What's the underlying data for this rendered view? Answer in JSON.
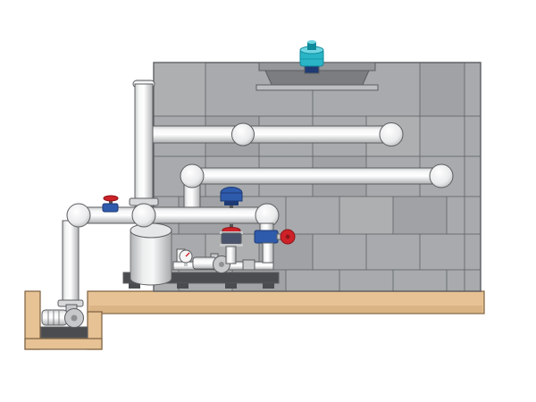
{
  "scene": {
    "label": "3D rendering of a modular cooling tower connected by white piping runs to a pump skid with control valves, a separator tank, and a sump-pit pump on a concrete pad",
    "components": [
      "cooling-tower-shell",
      "top-basin-opening",
      "fan-motor",
      "riser-pipe",
      "top-header-pipe",
      "middle-header-pipe",
      "bottom-header-pipe",
      "separator-tank",
      "pump-skid",
      "control-valve",
      "isolation-valve",
      "branch-valve",
      "pressure-gauge",
      "sump-pit",
      "sump-pump",
      "concrete-slab"
    ]
  },
  "colors": {
    "background": "#ffffff",
    "outline": "#5b5d60",
    "panel": "#a8aaad",
    "panel_dark": "#95979a",
    "panel_light": "#bcbec1",
    "opening": "#7b7d80",
    "slab": "#e7c294",
    "slab_shadow": "#d2a978",
    "slab_outline": "#7c6040",
    "frame": "#4b4c4f",
    "teal": "#2ab5c7",
    "teal_dark": "#0f8a9b",
    "teal_light": "#6fd6e2",
    "navy": "#1d3a74",
    "blue": "#2f5bad",
    "red": "#ce2128",
    "red_dark": "#8c1519",
    "metal": "#c6c8ca",
    "metal_dark": "#8e9092",
    "valve_body": "#49536b",
    "gauge_face": "#f5f5f5"
  }
}
